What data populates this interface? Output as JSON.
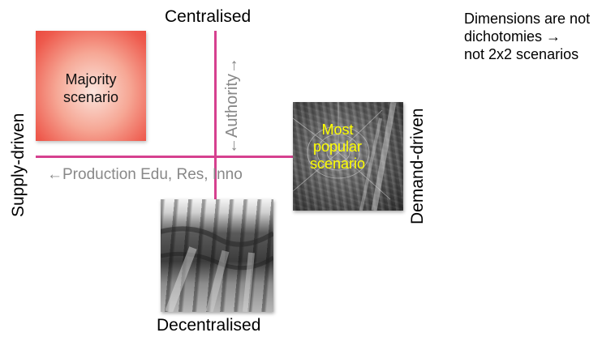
{
  "axes": {
    "top_label": "Centralised",
    "bottom_label": "Decentralised",
    "left_label": "Supply-driven",
    "right_label": "Demand-driven",
    "vertical_axis_label": "←Authority→",
    "horizontal_axis_label": "←Production Edu, Res, Inno",
    "axis_color": "#d6418f",
    "axis_label_color": "#888888"
  },
  "note": {
    "lines": [
      "Dimensions are not",
      "dichotomies →",
      "not 2x2 scenarios"
    ]
  },
  "boxes": {
    "majority": {
      "lines": [
        "Majority",
        "scenario"
      ],
      "color": "#ee5a4d"
    },
    "popular": {
      "lines": [
        "Most",
        "popular",
        "scenario"
      ],
      "text_color": "#ffff00"
    }
  }
}
